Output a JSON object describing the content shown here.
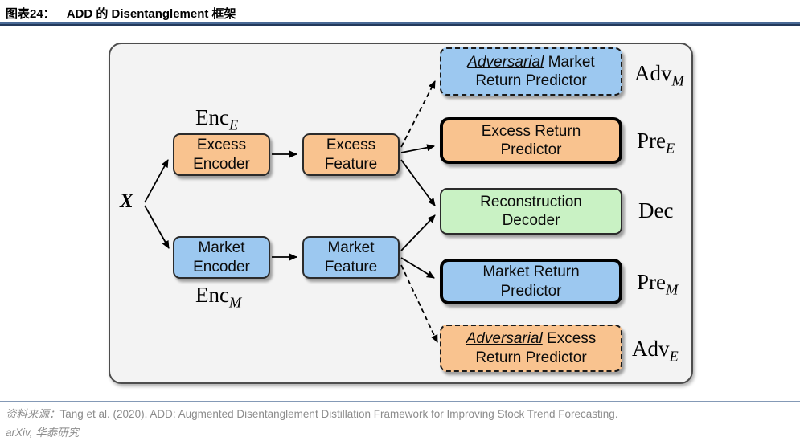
{
  "header": {
    "label": "图表24：",
    "title": "ADD 的 Disentanglement 框架"
  },
  "diagram": {
    "input_label": "X",
    "nodes": {
      "excess_encoder": {
        "line1": "Excess",
        "line2": "Encoder"
      },
      "excess_feature": {
        "line1": "Excess",
        "line2": "Feature"
      },
      "market_encoder": {
        "line1": "Market",
        "line2": "Encoder"
      },
      "market_feature": {
        "line1": "Market",
        "line2": "Feature"
      },
      "adv_market": {
        "em": "Adversarial",
        "line1_rest": "Market",
        "line2": "Return Predictor"
      },
      "excess_return": {
        "line1": "Excess Return",
        "line2": "Predictor"
      },
      "recon_decoder": {
        "line1": "Reconstruction",
        "line2": "Decoder"
      },
      "market_return": {
        "line1": "Market Return",
        "line2": "Predictor"
      },
      "adv_excess": {
        "em": "Adversarial",
        "line1_rest": "Excess",
        "line2": "Return Predictor"
      }
    },
    "tags": {
      "enc_e": {
        "base": "Enc",
        "sub": "E"
      },
      "enc_m": {
        "base": "Enc",
        "sub": "M"
      },
      "adv_m": {
        "base": "Adv",
        "sub": "M"
      },
      "pre_e": {
        "base": "Pre",
        "sub": "E"
      },
      "dec": {
        "base": "Dec",
        "sub": ""
      },
      "pre_m": {
        "base": "Pre",
        "sub": "M"
      },
      "adv_e": {
        "base": "Adv",
        "sub": "E"
      }
    },
    "colors": {
      "orange_fill": "#F9C38F",
      "blue_fill": "#9CC8F0",
      "green_fill": "#C9F2C4",
      "frame_bg": "#F3F3F3",
      "title_rule": "#4A6A96",
      "footer_rule": "#8499B6"
    }
  },
  "source": {
    "prefix": "资料来源：",
    "citation": "Tang et al. (2020). ADD: Augmented Disentanglement Distillation Framework for Improving Stock Trend Forecasting.",
    "journal": "arXiv,",
    "publisher": "华泰研究"
  }
}
